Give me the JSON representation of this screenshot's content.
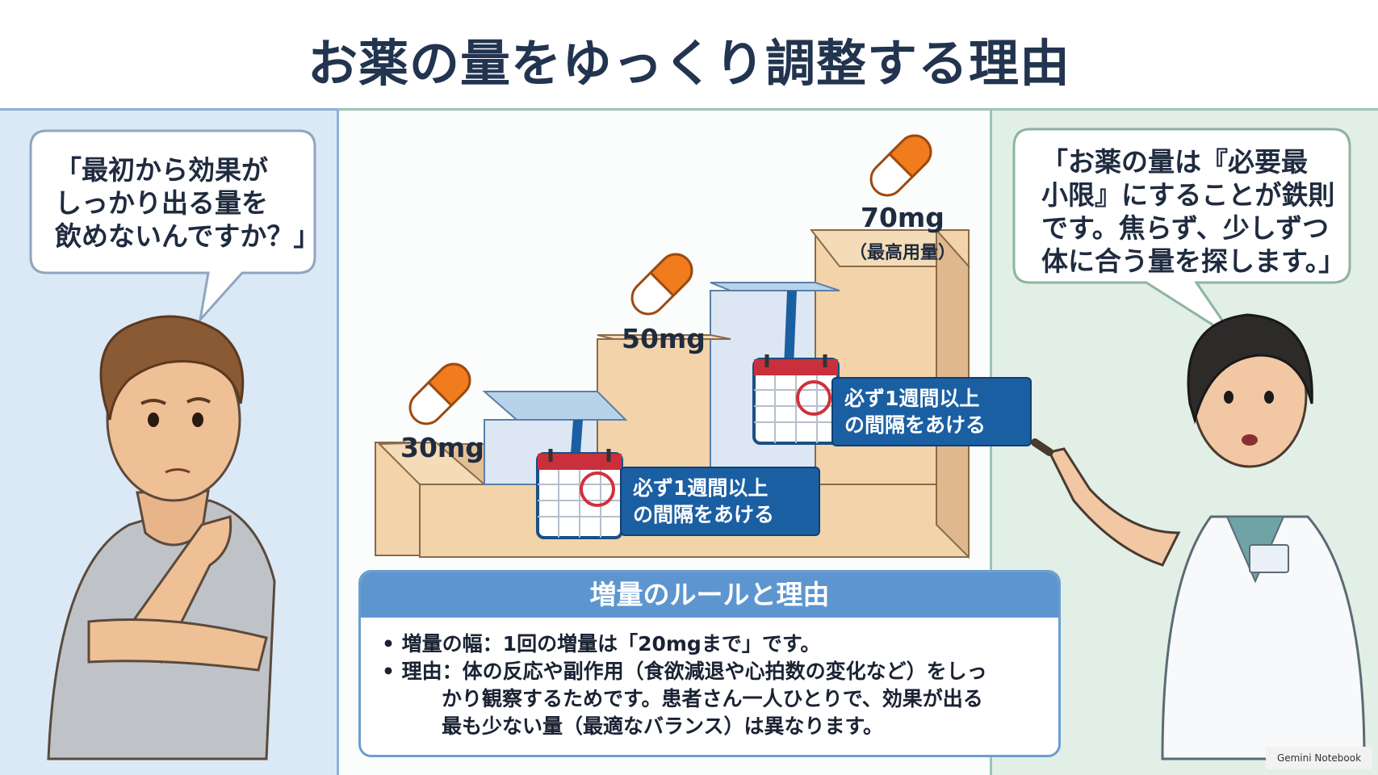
{
  "title": "お薬の量をゆっくり調整する理由",
  "patient_bubble": "「最初から効果が\nしっかり出る量を\n飲めないんですか？」",
  "pharmacist_bubble": "「お薬の量は『必要最\n小限』にすることが鉄則\nです。焦らず、少しずつ\n体に合う量を探します。」",
  "doses": {
    "step1": "30mg",
    "step2": "50mg",
    "step3": "70mg",
    "max_note": "（最高用量）"
  },
  "interval_note": "必ず1週間以上\nの間隔をあける",
  "rules": {
    "header": "増量のルールと理由",
    "line1": "• 増量の幅：1回の増量は「20mgまで」です。",
    "line2": "• 理由：体の反応や副作用（食欲減退や心拍数の変化など）をしっ",
    "line2b": "かり観察するためです。患者さん一人ひとりで、効果が出る",
    "line2c": "最も少ない量（最適なバランス）は異なります。"
  },
  "watermark": "Gemini Notebook",
  "colors": {
    "step_face": "#f2d3aa",
    "step_side": "#dfb98d",
    "capsule_orange": "#f07c1e",
    "interval_blue": "#1b5fa3",
    "rules_header": "#5d96cf"
  }
}
